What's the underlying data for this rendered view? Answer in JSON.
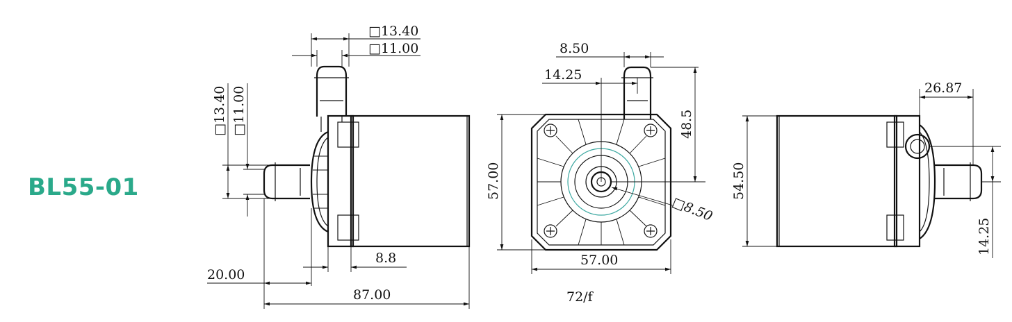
{
  "model": "BL55-01",
  "colors": {
    "accent": "#2aa98a",
    "lines": "#111111",
    "highlight": "#3aa7a0"
  },
  "labels": {
    "sq1340_top": "□13.40",
    "sq1100_top": "□11.00",
    "sq1340_left": "□13.40",
    "sq1100_left": "□11.00",
    "d850_top": "8.50",
    "d1425_top": "14.25",
    "d485": "48.5",
    "d5700_v": "57.00",
    "d5700_h": "57.00",
    "d880": "8.8",
    "d2000": "20.00",
    "d8700": "87.00",
    "d850_diag": "□8.50",
    "d5450": "54.50",
    "d2687": "26.87",
    "d1425_right": "14.25",
    "note": "72/f"
  }
}
